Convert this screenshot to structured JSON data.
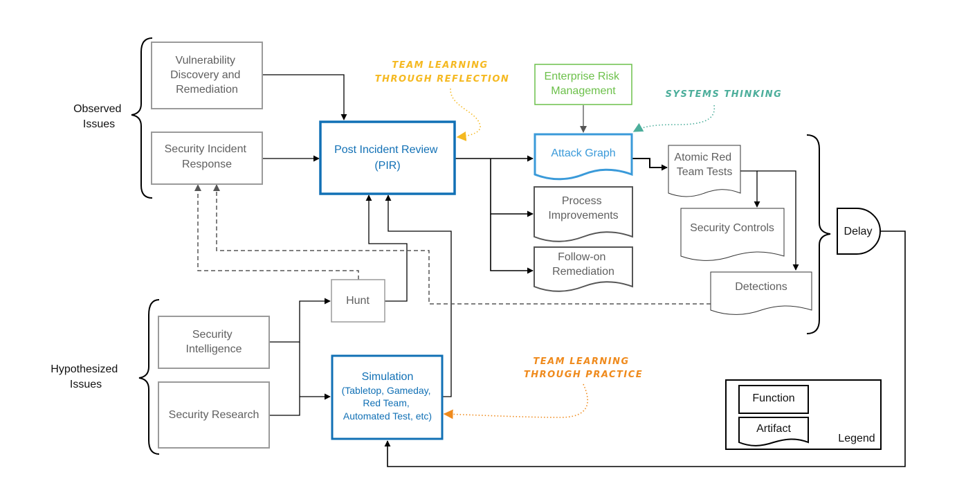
{
  "groups": {
    "observed": [
      "Observed",
      "Issues"
    ],
    "hypothesized": [
      "Hypothesized",
      "Issues"
    ]
  },
  "nodes": {
    "vuln": [
      "Vulnerability",
      "Discovery and",
      "Remediation"
    ],
    "incident": [
      "Security Incident",
      "Response"
    ],
    "pir": [
      "Post Incident Review",
      "(PIR)"
    ],
    "erm": [
      "Enterprise Risk",
      "Management"
    ],
    "attack_graph": [
      "Attack Graph"
    ],
    "atomic": [
      "Atomic Red",
      "Team Tests"
    ],
    "process": [
      "Process",
      "Improvements"
    ],
    "followon": [
      "Follow-on",
      "Remediation"
    ],
    "controls": [
      "Security Controls"
    ],
    "detections": [
      "Detections"
    ],
    "delay": [
      "Delay"
    ],
    "hunt": [
      "Hunt"
    ],
    "intel": [
      "Security",
      "Intelligence"
    ],
    "research": [
      "Security Research"
    ],
    "simulation_title": [
      "Simulation"
    ],
    "simulation_detail": [
      "(Tabletop, Gameday,",
      "Red Team,",
      "Automated Test, etc)"
    ]
  },
  "callouts": {
    "reflection": [
      "TEAM LEARNING",
      "THROUGH REFLECTION"
    ],
    "systems": [
      "SYSTEMS THINKING"
    ],
    "practice": [
      "TEAM LEARNING",
      "THROUGH PRACTICE"
    ]
  },
  "legend": {
    "function": "Function",
    "artifact": "Artifact",
    "title": "Legend"
  },
  "colors": {
    "gray": "#9a9a9a",
    "blue": "#1170b5",
    "light_blue": "#3a9ad9",
    "green": "#6cc04a",
    "yellow": "#f5b921",
    "teal": "#4cae9b",
    "orange": "#ef8a1c"
  }
}
